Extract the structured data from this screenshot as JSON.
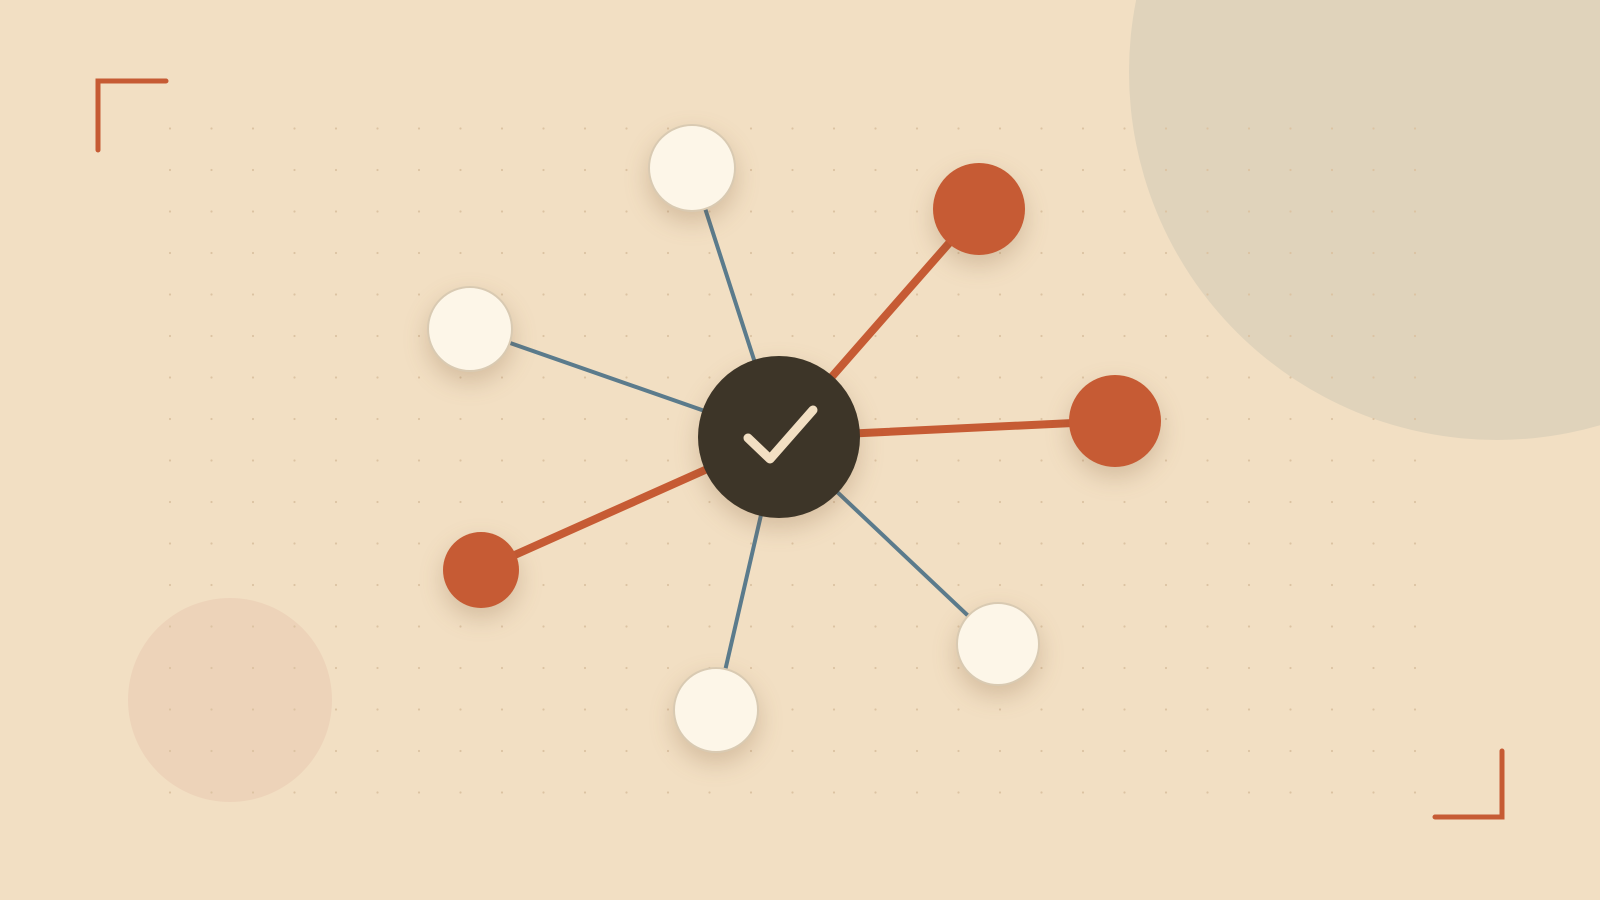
{
  "colors": {
    "background": "#f2dfc3",
    "dot_grid": "#dcc3a2",
    "accent": "#c65b34",
    "line_blue": "#5b7b8c",
    "hub": "#3d3528",
    "hub_check": "#f2dfc3",
    "node_light_fill": "#fdf6e8",
    "node_light_stroke": "#d9cab2",
    "blob_large": "#e0d3bb",
    "blob_small": "#edd3b9"
  },
  "hub": {
    "icon": "checkmark-icon"
  },
  "network": {
    "nodes": [
      {
        "id": "top",
        "style": "light",
        "link": "blue"
      },
      {
        "id": "upper-right",
        "style": "accent",
        "link": "accent"
      },
      {
        "id": "right",
        "style": "accent",
        "link": "accent"
      },
      {
        "id": "lower-right",
        "style": "light",
        "link": "blue"
      },
      {
        "id": "bottom",
        "style": "light",
        "link": "blue"
      },
      {
        "id": "lower-left",
        "style": "accent",
        "link": "accent"
      },
      {
        "id": "left",
        "style": "light",
        "link": "blue"
      }
    ]
  },
  "decorations": {
    "corner_brackets": [
      "top-left",
      "bottom-right"
    ],
    "blobs": [
      "top-right-large",
      "bottom-left-small"
    ],
    "dot_grid": true
  }
}
